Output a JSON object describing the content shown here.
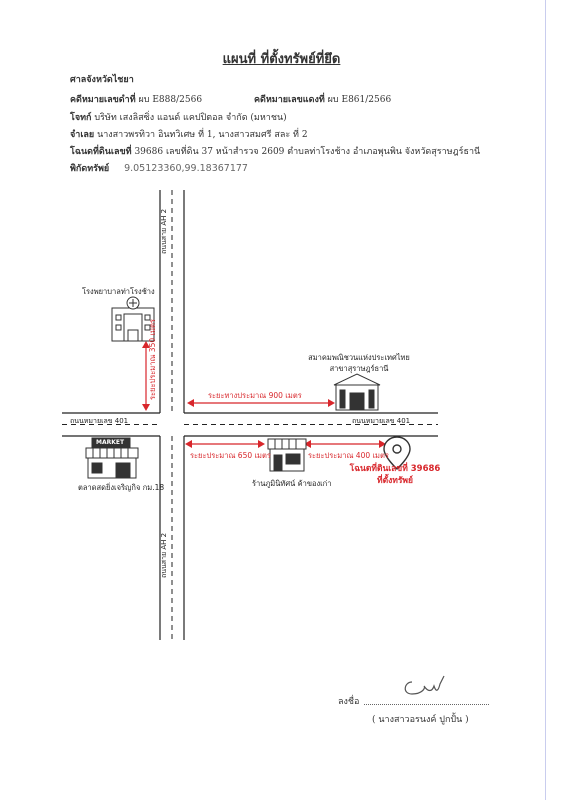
{
  "title": "แผนที่ ที่ตั้งทรัพย์ที่ยึด",
  "court": "ศาลจังหวัดไชยา",
  "case_black_label": "คดีหมายเลขดำที่",
  "case_black_value": "ผบ E888/2566",
  "case_red_label": "คดีหมายเลขแดงที่",
  "case_red_value": "ผบ E861/2566",
  "plaintiff_label": "โจทก์",
  "plaintiff_value": "บริษัท เสงลิสซิ่ง แอนด์ แคปปิตอล จำกัด (มหาชน)",
  "defendant_label": "จำเลย",
  "defendant_value": "นางสาวพรทิวา อินทวิเศษ ที่ 1, นางสาวสมศรี สละ ที่ 2",
  "deed_label": "โฉนดที่ดินเลขที่",
  "deed_value": "39686 เลขที่ดิน 37 หน้าสำรวจ 2609 ตำบลท่าโรงช้าง อำเภอพุนพิน จังหวัดสุราษฎร์ธานี",
  "coord_label": "พิกัดทรัพย์",
  "coord_value": "9.05123360,99.18367177",
  "map": {
    "road_north": "ถนนสาย AH 2",
    "road_south": "ถนนสาย AH 2",
    "road_west": "ถนนหมายเลข 401",
    "road_east": "ถนนหมายเลข 401",
    "hospital": "โรงพยาบาลท่าโรงช้าง",
    "cooperative": "สมาคมพณิชวนแห่งประเทศไทย สาขาสุราษฎร์ธานี",
    "market_sign": "MARKET",
    "market": "ตลาดสดยิ่งเจริญกิจ กม.18",
    "shop": "ร้านภูมินิทัศน์ ค้าของเก่า",
    "dist_vertical": "ระยะประมาณ 350 เมตร",
    "dist_top": "ระยะทางประมาณ 900 เมตร",
    "dist_left": "ระยะประมาณ 650 เมตร",
    "dist_right": "ระยะประมาณ 400 เมตร",
    "target_line1": "โฉนดที่ดินเลขที่ 39686",
    "target_line2": "ที่ตั้งทรัพย์",
    "red_color": "#d8262b"
  },
  "signature": {
    "sign_label": "ลงชื่อ",
    "name": "( นางสาวอรนงค์ ปูกปั้น )"
  }
}
